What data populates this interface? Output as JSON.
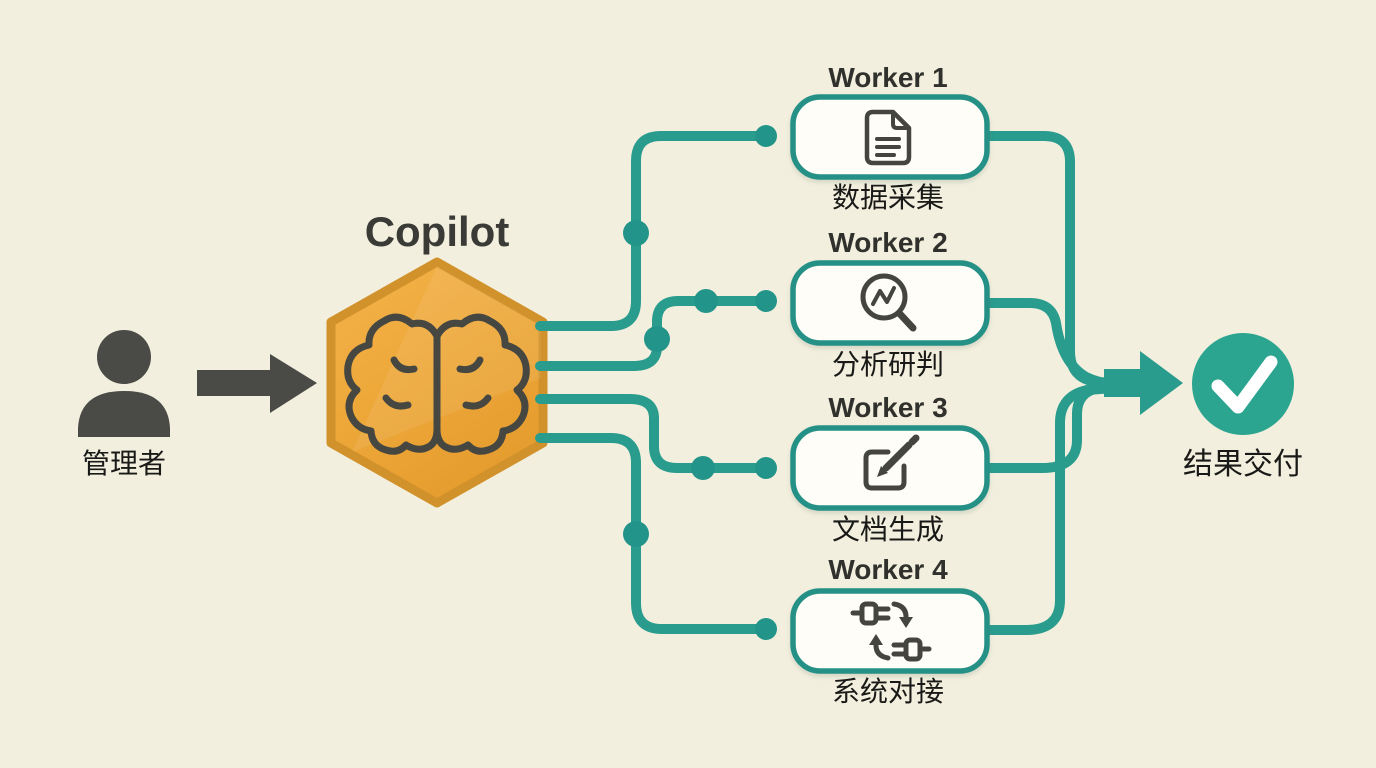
{
  "diagram": {
    "title": "Copilot multi-worker workflow",
    "colors": {
      "background": "#f2efde",
      "accent_teal": "#2a9c8e",
      "accent_orange": "#efa93d",
      "hex_border": "#d1912b",
      "dark_gray": "#4a4a46",
      "result_green": "#2ba58f",
      "box_fill": "#fefdf8"
    },
    "manager": {
      "label": "管理者",
      "icon": "person-icon"
    },
    "copilot": {
      "label": "Copilot",
      "icon": "brain-icon"
    },
    "workers": [
      {
        "name": "Worker 1",
        "task": "数据采集",
        "icon": "document-icon"
      },
      {
        "name": "Worker 2",
        "task": "分析研判",
        "icon": "magnifier-chart-icon"
      },
      {
        "name": "Worker 3",
        "task": "文档生成",
        "icon": "edit-icon"
      },
      {
        "name": "Worker 4",
        "task": "系统对接",
        "icon": "plug-sync-icon"
      }
    ],
    "result": {
      "label": "结果交付",
      "icon": "checkmark-icon"
    }
  }
}
